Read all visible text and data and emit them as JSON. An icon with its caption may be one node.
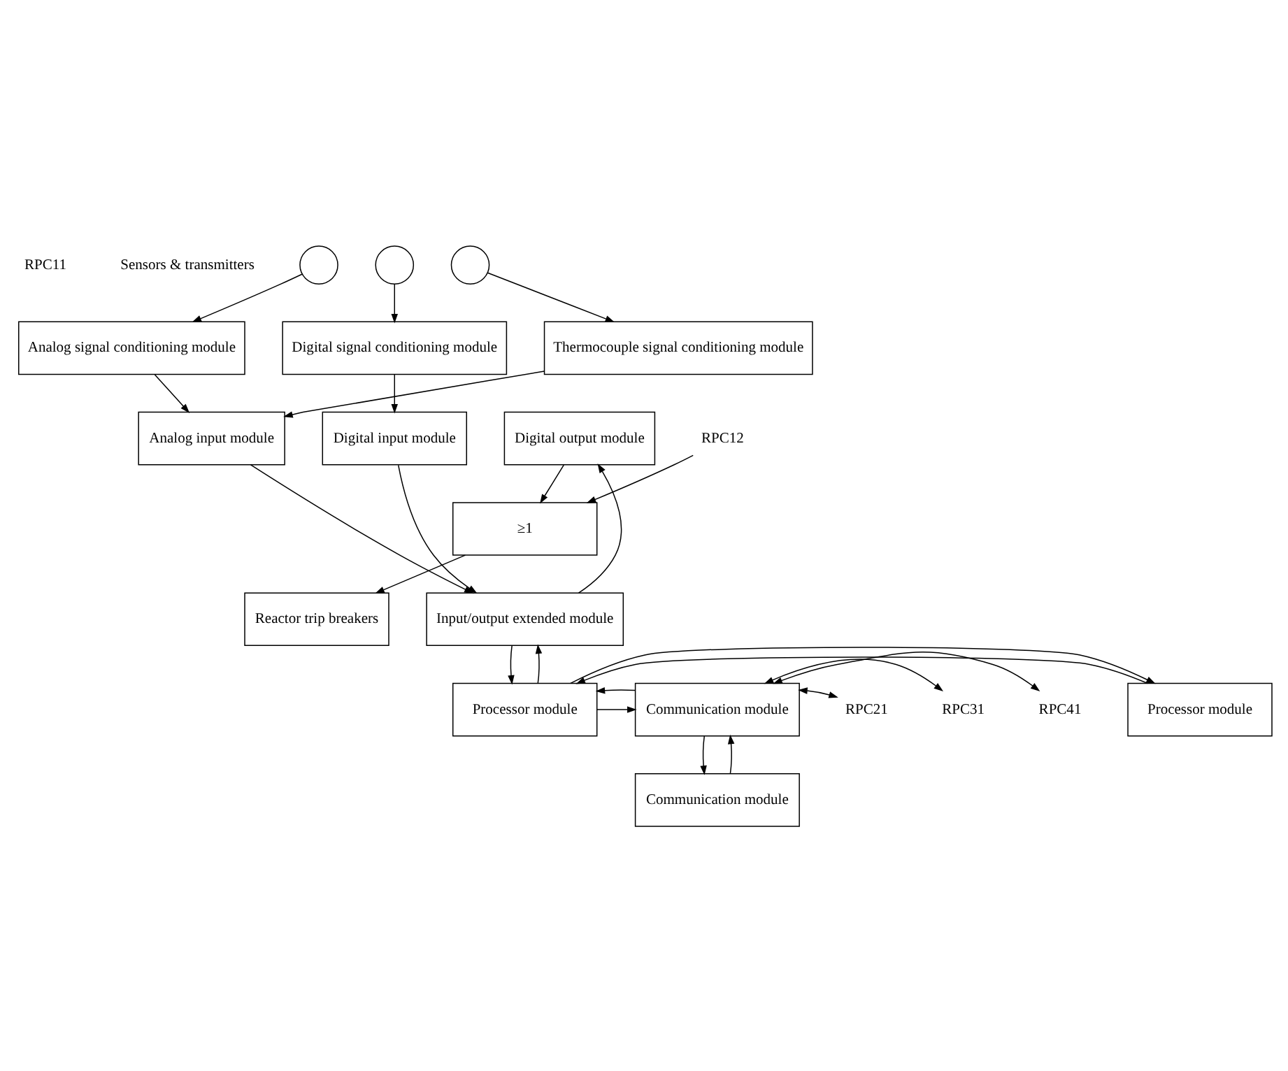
{
  "diagram": {
    "nodes": [
      {
        "text": [],
        "shape": "circle"
      },
      {
        "text": [],
        "shape": "circle"
      },
      {
        "text": [],
        "shape": "circle"
      },
      {
        "text": [
          "Analog signal conditioning module"
        ]
      },
      {
        "text": [
          "Digital signal conditioning module"
        ]
      },
      {
        "text": [
          "Thermocouple signal conditioning module"
        ]
      },
      {
        "text": [
          "Analog input module"
        ]
      },
      {
        "text": [
          "Digital input module"
        ]
      },
      {
        "text": [
          "Digital output module"
        ]
      },
      {
        "text": [
          "≥1"
        ]
      },
      {
        "text": [
          "Reactor trip breakers"
        ]
      },
      {
        "text": [
          "Input/output extended module"
        ]
      },
      {
        "text": [
          "Communication module"
        ]
      },
      {
        "text": [
          "Processor module"
        ]
      },
      {
        "text": [
          "Processor module"
        ]
      },
      {
        "text": [
          "Communication module"
        ]
      },
      {
        "text": [
          "RPC12"
        ]
      },
      {
        "text": [
          "RPC21"
        ]
      },
      {
        "text": [
          "RPC31"
        ]
      },
      {
        "text": [
          "RPC41"
        ]
      }
    ],
    "edges": [
      {
        "from": 0,
        "to": 3,
        "arrow": "to"
      },
      {
        "from": 1,
        "to": 4,
        "arrow": "to"
      },
      {
        "from": 2,
        "to": 5,
        "arrow": "to"
      },
      {
        "from": 3,
        "to": 6,
        "arrow": "to"
      },
      {
        "from": 4,
        "to": 7,
        "arrow": "to"
      },
      {
        "from": 5,
        "to": 6,
        "arrow": "to"
      },
      {
        "from": 8,
        "to": 9,
        "arrow": "to"
      },
      {
        "from": 16,
        "to": 9,
        "arrow": "to"
      },
      {
        "from": 9,
        "to": 10,
        "arrow": "to"
      },
      {
        "from": 6,
        "to": 11,
        "arrow": "to"
      },
      {
        "from": 7,
        "to": 11,
        "arrow": "to"
      },
      {
        "from": 11,
        "to": 8,
        "arrow": "to"
      },
      {
        "from": 11,
        "to": 14,
        "arrow": "to"
      },
      {
        "from": 14,
        "to": 11,
        "arrow": "to"
      },
      {
        "from": 13,
        "to": 14,
        "arrow": "to"
      },
      {
        "from": 14,
        "to": 13,
        "arrow": "to"
      },
      {
        "from": 14,
        "to": 15,
        "arrow": "to"
      },
      {
        "from": 15,
        "to": 14,
        "arrow": "to"
      },
      {
        "from": 15,
        "to": 12,
        "arrow": "to"
      },
      {
        "from": 12,
        "to": 15,
        "arrow": "to"
      },
      {
        "from": 15,
        "to": 17,
        "arrow": "both"
      },
      {
        "from": 15,
        "to": 18,
        "arrow": "both"
      },
      {
        "from": 15,
        "to": 19,
        "arrow": "both"
      }
    ],
    "labels": [
      "RPC11",
      "Sensors & transmitters"
    ]
  }
}
